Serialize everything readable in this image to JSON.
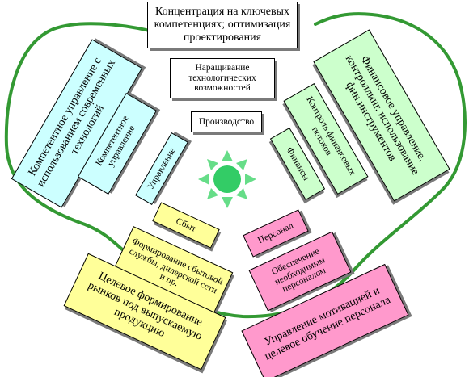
{
  "colors": {
    "outline": "#339933",
    "sun": "#33cc66",
    "sun_rays": "#66dd88",
    "cyan_box": "#ccffff",
    "green_box": "#ccffcc",
    "yellow_box": "#ffff99",
    "pink_box": "#ff99cc"
  },
  "center": {
    "top_box": "Концентрация на ключевых компетенциях; оптимизация проектирования",
    "tech_box": "Наращивание технологических возможностей",
    "production_box": "Производство"
  },
  "left": {
    "competence_tech": "Компетентное управление с использованием современных технологий",
    "competence": "Компетентное управление",
    "management": "Управление"
  },
  "right": {
    "finance_mgmt": "Финансовое управление, контроллинг, использование фин.инструментов",
    "finance_control": "Контроль финансовых потоков",
    "finance": "Финансы"
  },
  "bottom_left": {
    "sales": "Сбыт",
    "sales_service": "Формирование сбытовой службы, дилерской сети и пр.",
    "target_markets": "Целевое формирование рынков под выпускаемую продукцию"
  },
  "bottom_right": {
    "personnel": "Персонал",
    "staffing": "Обеспечение необходимым персоналом",
    "motivation": "Управление мотивацией и целевое обучение персонала"
  }
}
